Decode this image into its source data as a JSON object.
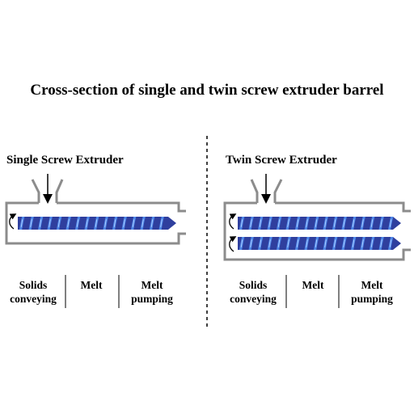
{
  "title": "Cross-section of single and twin screw extruder barrel",
  "colors": {
    "barrel": "#8c8c8c",
    "screw_shaft": "#2f3f9e",
    "screw_flight": "#4f88e8",
    "arrow": "#000000"
  },
  "panels": {
    "single": {
      "title": "Single Screw Extruder",
      "zones": [
        {
          "label": "Solids\nconveying"
        },
        {
          "label": "Melt"
        },
        {
          "label": "Melt\npumping"
        }
      ]
    },
    "twin": {
      "title": "Twin Screw Extruder",
      "zones": [
        {
          "label": "Solids\nconveying"
        },
        {
          "label": "Melt"
        },
        {
          "label": "Melt\npumping"
        }
      ]
    }
  }
}
